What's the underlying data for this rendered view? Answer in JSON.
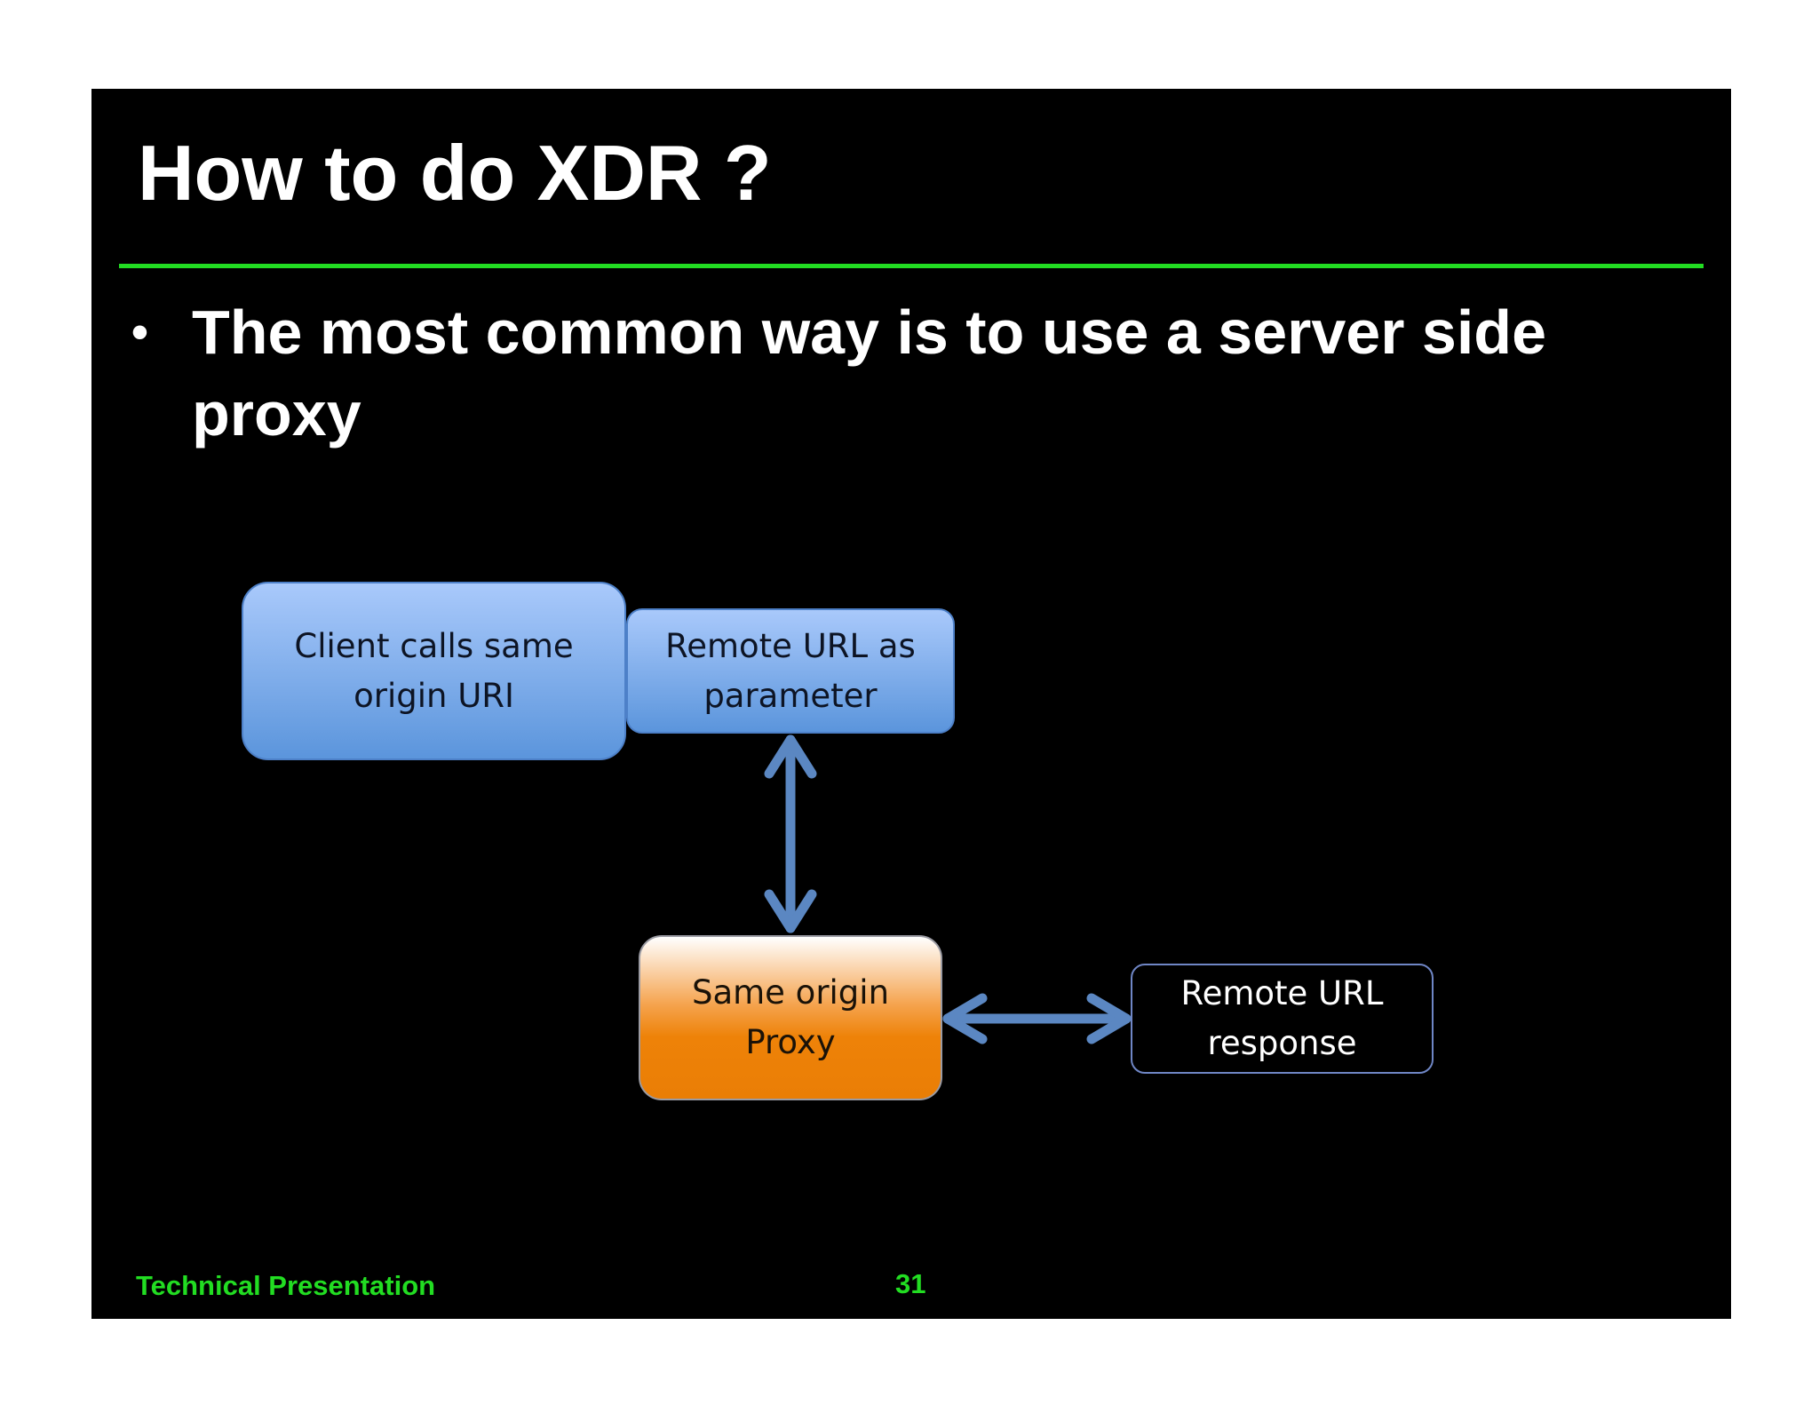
{
  "slide": {
    "title": "How to do XDR ?",
    "bullet_symbol": "•",
    "bullet": "The most common way is to use a server side proxy",
    "footer_left": "Technical Presentation",
    "page_number": "31"
  },
  "diagram": {
    "nodes": {
      "client": "Client calls same\norigin URI",
      "param": "Remote URL as\nparameter",
      "proxy": "Same origin\nProxy",
      "response": "Remote URL\nresponse"
    }
  },
  "colors": {
    "background": "#000000",
    "title_text": "#ffffff",
    "rule": "#22dd22",
    "footer_text": "#22dd22",
    "blue_node": "#5b95dc",
    "orange_node": "#ee8208",
    "arrow": "#5b87c2"
  }
}
